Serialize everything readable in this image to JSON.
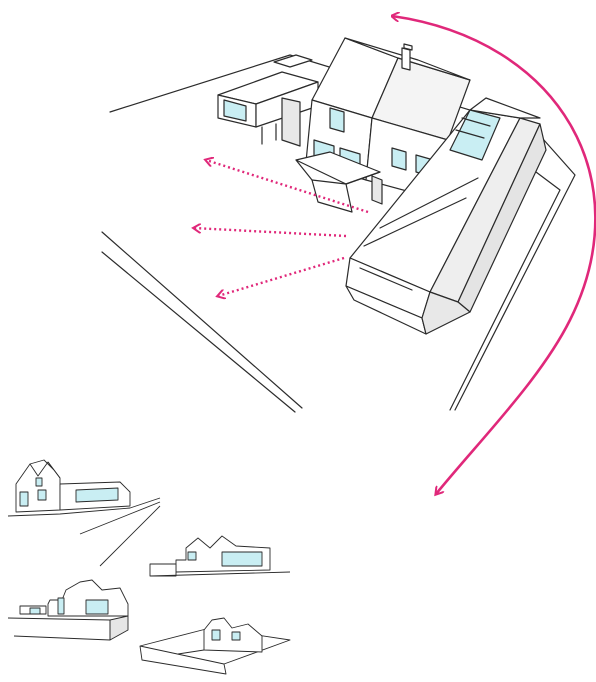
{
  "figure": {
    "main_view": "isometric-house-axonometric",
    "thumbnails": [
      "thumbnail-view-1",
      "thumbnail-view-2",
      "thumbnail-view-3",
      "thumbnail-view-4"
    ],
    "colors": {
      "line": "#2b2b2b",
      "glass": "#c9eef3",
      "arrow": "#e0287a",
      "background": "#ffffff"
    },
    "arrows": {
      "view_arrows": 3,
      "sweep_arrow": "curved-double-headed"
    }
  }
}
